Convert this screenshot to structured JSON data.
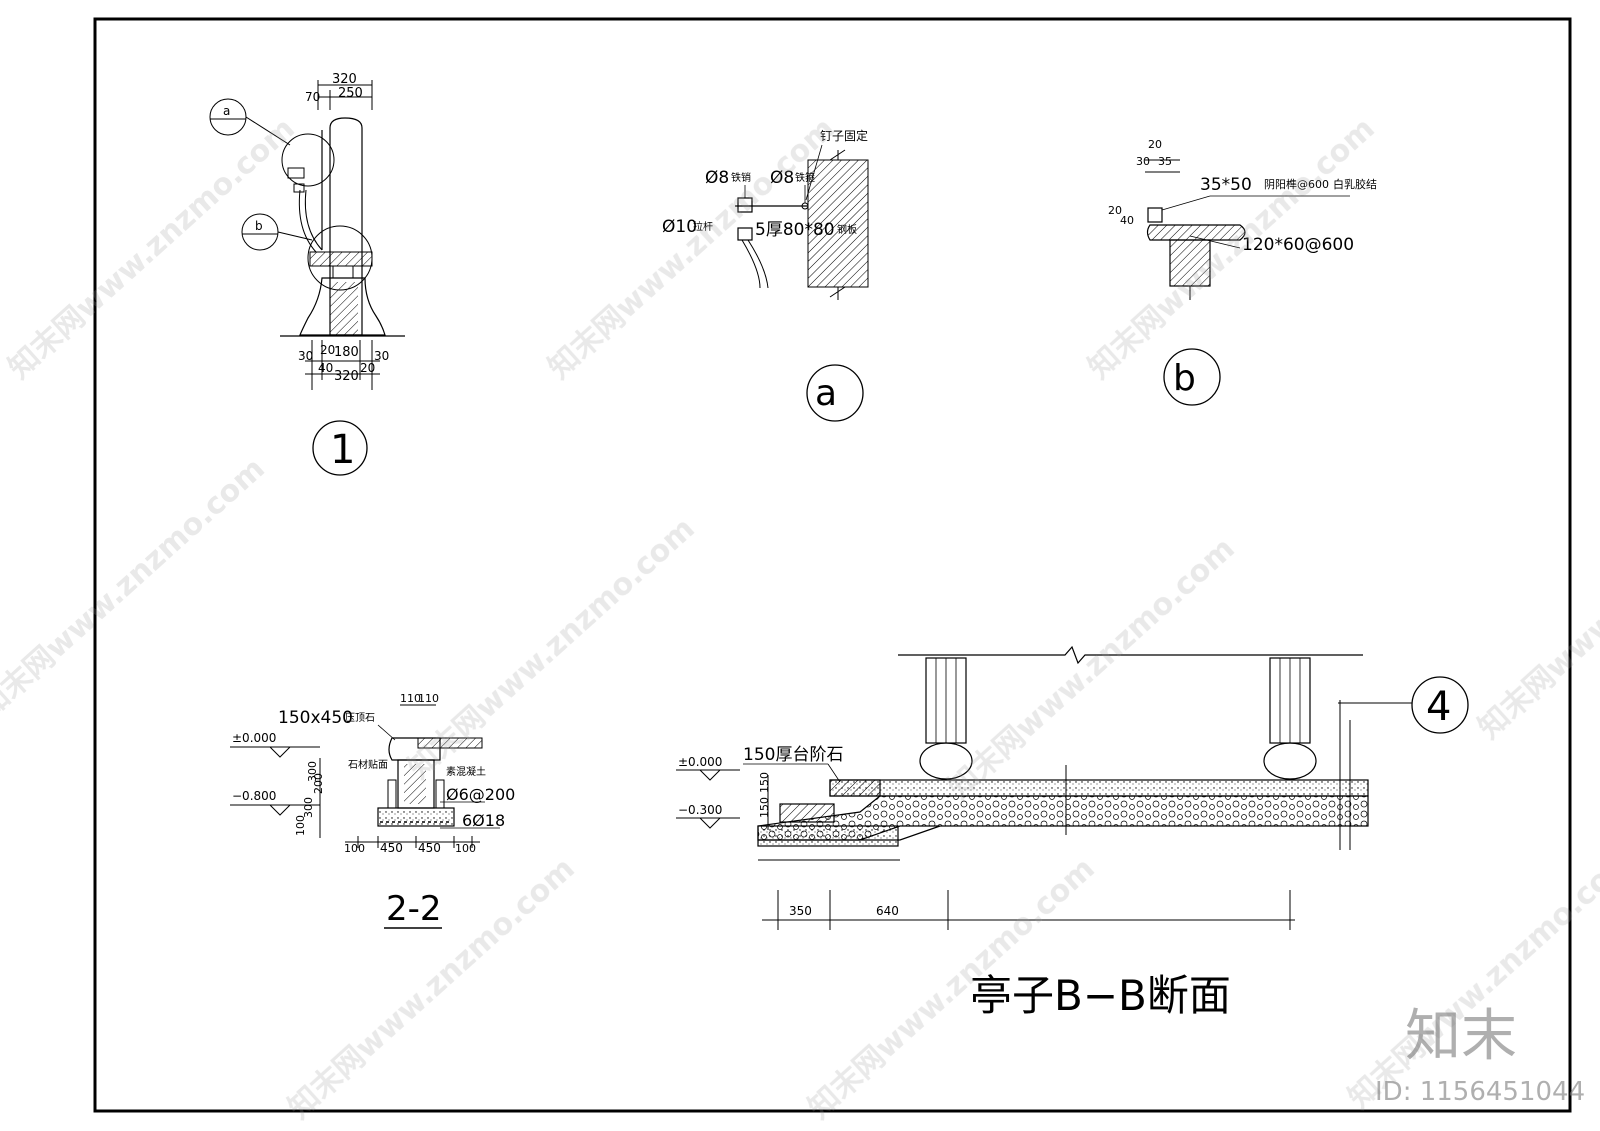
{
  "detail_1": {
    "callout_a": "a",
    "callout_b": "b",
    "dim_top_total": "320",
    "dim_top_left": "70",
    "dim_top_right": "250",
    "dim_bot_30_left": "30",
    "dim_bot_20_left": "20",
    "dim_bot_180": "180",
    "dim_bot_30_right": "30",
    "dim_bot_40": "40",
    "dim_bot_320": "320",
    "dim_bot_20_right": "20",
    "circle_label": "1"
  },
  "detail_a": {
    "label_nail": "钉子固定",
    "label_phi8_left": "Ø8",
    "label_phi8_left_sub": "铁销",
    "label_phi8_right": "Ø8",
    "label_phi8_right_sub": "铁箍",
    "label_phi10": "Ø10",
    "label_phi10_sub": "拉杆",
    "label_plate": "5厚80*80",
    "label_plate_sub": "钢板",
    "circle_label": "a"
  },
  "detail_b": {
    "dim_20_top": "20",
    "dim_30": "30",
    "dim_35": "35",
    "dim_20_left": "20",
    "dim_40_left": "40",
    "label_tenon": "35*50",
    "label_tenon_sub": "阴阳榫@600",
    "label_tenon_sub2": "白乳胶结",
    "label_joist": "120*60@600",
    "circle_label": "b"
  },
  "section_2_2": {
    "dim_110a": "110",
    "dim_110b": "110",
    "label_capstone": "150x450",
    "label_capstone_sub": "压顶石",
    "label_stone_face": "石材贴面",
    "label_concrete": "素混凝土",
    "elev_0": "±0.000",
    "elev_m08": "−0.800",
    "dim_300": "300",
    "dim_200": "200",
    "dim_300b": "300",
    "dim_100": "100",
    "label_rebar1": "Ø6@200",
    "label_rebar2": "6Ø18",
    "dim_100_left": "100",
    "dim_450a": "450",
    "dim_450b": "450",
    "dim_100_right": "100",
    "title": "2-2"
  },
  "section_bb": {
    "label_step": "150厚台阶石",
    "elev_0": "±0.000",
    "elev_m03": "−0.300",
    "dim_150a": "150",
    "dim_150b": "150",
    "dim_350": "350",
    "dim_640": "640",
    "callout": "4",
    "title": "亭子B−B断面"
  },
  "watermark": {
    "pattern_text": "知末网www.znzmo.com",
    "brand": "知末",
    "id_text": "ID: 1156451044"
  }
}
